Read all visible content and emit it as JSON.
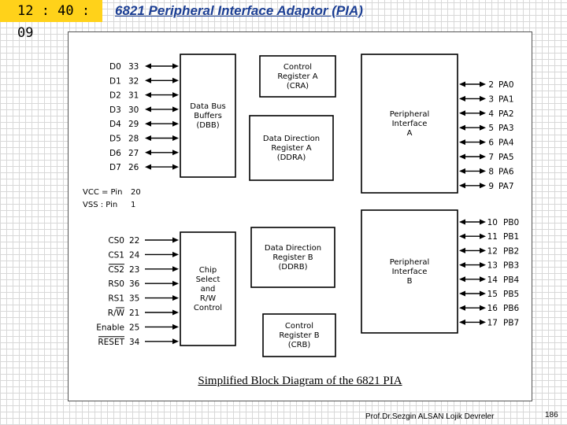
{
  "clock": "12 : 40 : 09",
  "title": "6821 Peripheral Interface Adaptor (PIA)",
  "caption": "Simplified Block Diagram of the 6821 PIA",
  "footer": "Prof.Dr.Sezgin ALSAN   Lojik Devreler",
  "page_number": "186",
  "blocks": {
    "dbb": [
      "Data Bus",
      "Buffers",
      "(DBB)"
    ],
    "cra": [
      "Control",
      "Register A",
      "(CRA)"
    ],
    "ddra": [
      "Data Direction",
      "Register A",
      "(DDRA)"
    ],
    "pia": [
      "Peripheral",
      "Interface",
      "A"
    ],
    "chip": [
      "Chip",
      "Select",
      "and",
      "R/W",
      "Control"
    ],
    "ddrb": [
      "Data Direction",
      "Register B",
      "(DDRB)"
    ],
    "pib": [
      "Peripheral",
      "Interface",
      "B"
    ],
    "crb": [
      "Control",
      "Register B",
      "(CRB)"
    ]
  },
  "data_pins": [
    {
      "name": "D0",
      "pin": "33"
    },
    {
      "name": "D1",
      "pin": "32"
    },
    {
      "name": "D2",
      "pin": "31"
    },
    {
      "name": "D3",
      "pin": "30"
    },
    {
      "name": "D4",
      "pin": "29"
    },
    {
      "name": "D5",
      "pin": "28"
    },
    {
      "name": "D6",
      "pin": "27"
    },
    {
      "name": "D7",
      "pin": "26"
    }
  ],
  "power": [
    {
      "label": "VCC = Pin",
      "pin": "20"
    },
    {
      "label": "VSS : Pin",
      "pin": "1"
    }
  ],
  "control_pins": [
    {
      "name": "CS0",
      "pin": "22"
    },
    {
      "name": "CS1",
      "pin": "24"
    },
    {
      "name": "CS2",
      "pin": "23",
      "overline": true
    },
    {
      "name": "RS0",
      "pin": "36"
    },
    {
      "name": "RS1",
      "pin": "35"
    },
    {
      "name": "R/W",
      "pin": "21",
      "overline_partial": true
    },
    {
      "name": "Enable",
      "pin": "25"
    },
    {
      "name": "RESET",
      "pin": "34",
      "overline": true
    }
  ],
  "port_a": [
    {
      "pin": "2",
      "name": "PA0"
    },
    {
      "pin": "3",
      "name": "PA1"
    },
    {
      "pin": "4",
      "name": "PA2"
    },
    {
      "pin": "5",
      "name": "PA3"
    },
    {
      "pin": "6",
      "name": "PA4"
    },
    {
      "pin": "7",
      "name": "PA5"
    },
    {
      "pin": "8",
      "name": "PA6"
    },
    {
      "pin": "9",
      "name": "PA7"
    }
  ],
  "port_b": [
    {
      "pin": "10",
      "name": "PB0"
    },
    {
      "pin": "11",
      "name": "PB1"
    },
    {
      "pin": "12",
      "name": "PB2"
    },
    {
      "pin": "13",
      "name": "PB3"
    },
    {
      "pin": "14",
      "name": "PB4"
    },
    {
      "pin": "15",
      "name": "PB5"
    },
    {
      "pin": "16",
      "name": "PB6"
    },
    {
      "pin": "17",
      "name": "PB7"
    }
  ]
}
